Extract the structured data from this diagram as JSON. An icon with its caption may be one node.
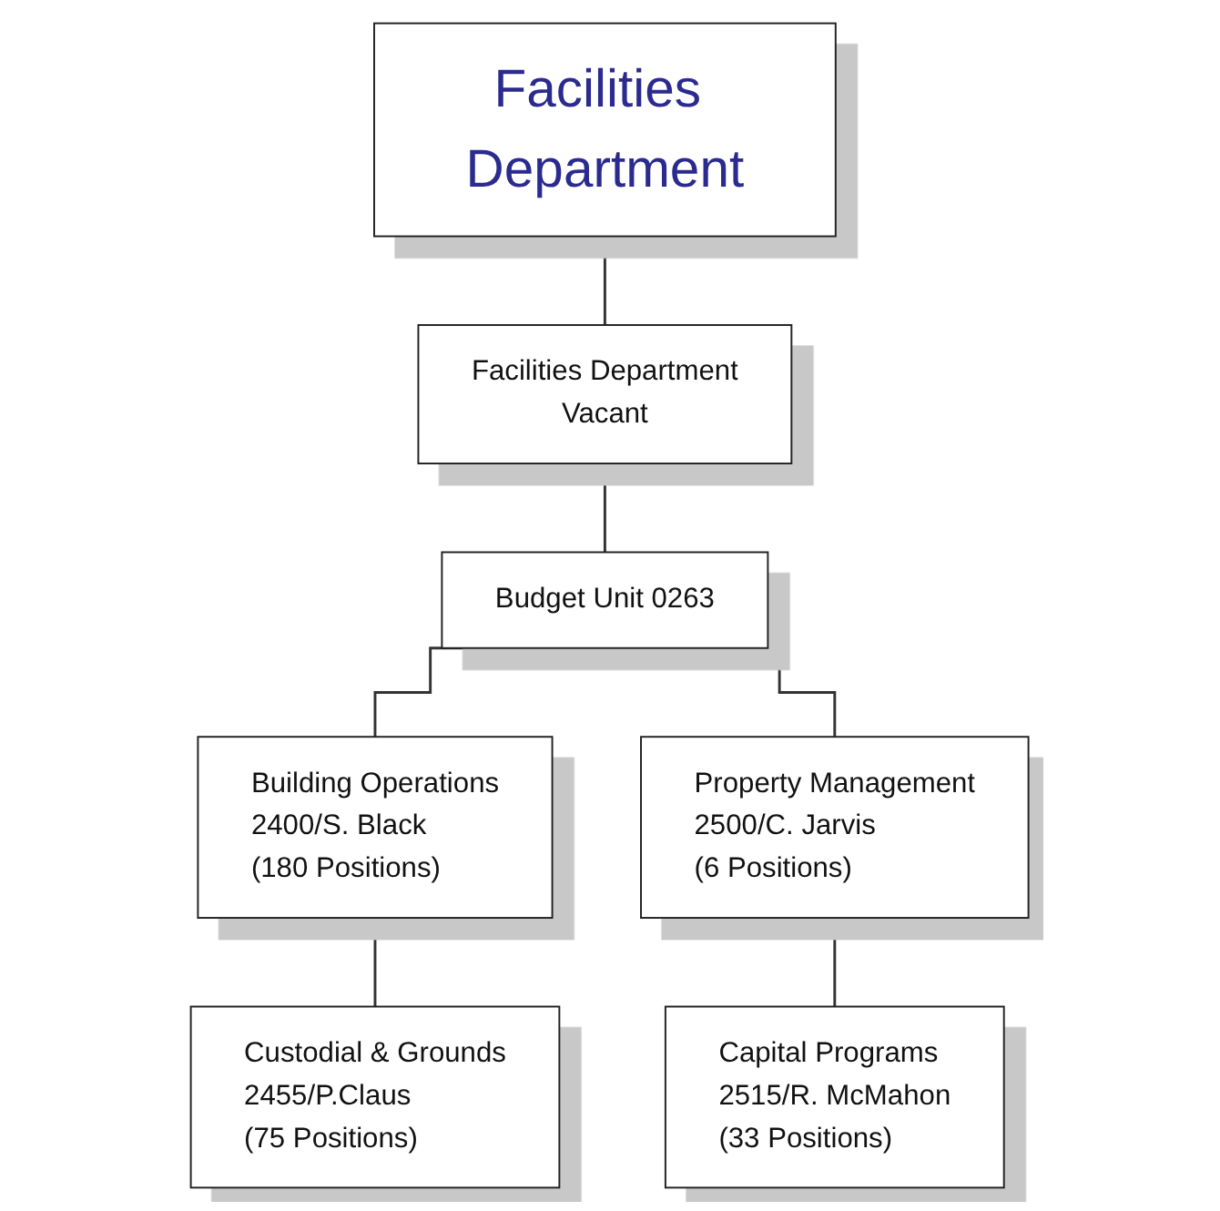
{
  "diagram": {
    "nodes": [
      {
        "text": [
          "Facilities Department"
        ]
      },
      {
        "text": [
          "Facilities Department",
          "Vacant"
        ]
      },
      {
        "text": [
          "Budget Unit 0263"
        ]
      },
      {
        "text": [
          "Building Operations",
          "2400/S. Black",
          "(180 Positions)"
        ]
      },
      {
        "text": [
          "Custodial & Grounds",
          "2455/P.Claus",
          "(75 Positions)"
        ]
      },
      {
        "text": [
          "Property Management",
          "2500/C. Jarvis",
          "(6 Positions)"
        ]
      },
      {
        "text": [
          "Capital Programs",
          "2515/R. McMahon",
          "(33 Positions)"
        ]
      }
    ],
    "edges": [
      {
        "from": 0,
        "to": 1,
        "arrow": "none"
      },
      {
        "from": 1,
        "to": 2,
        "arrow": "none"
      },
      {
        "from": 2,
        "to": 3,
        "arrow": "none"
      },
      {
        "from": 2,
        "to": 5,
        "arrow": "none"
      },
      {
        "from": 3,
        "to": 4,
        "arrow": "none"
      },
      {
        "from": 5,
        "to": 6,
        "arrow": "none"
      }
    ]
  }
}
